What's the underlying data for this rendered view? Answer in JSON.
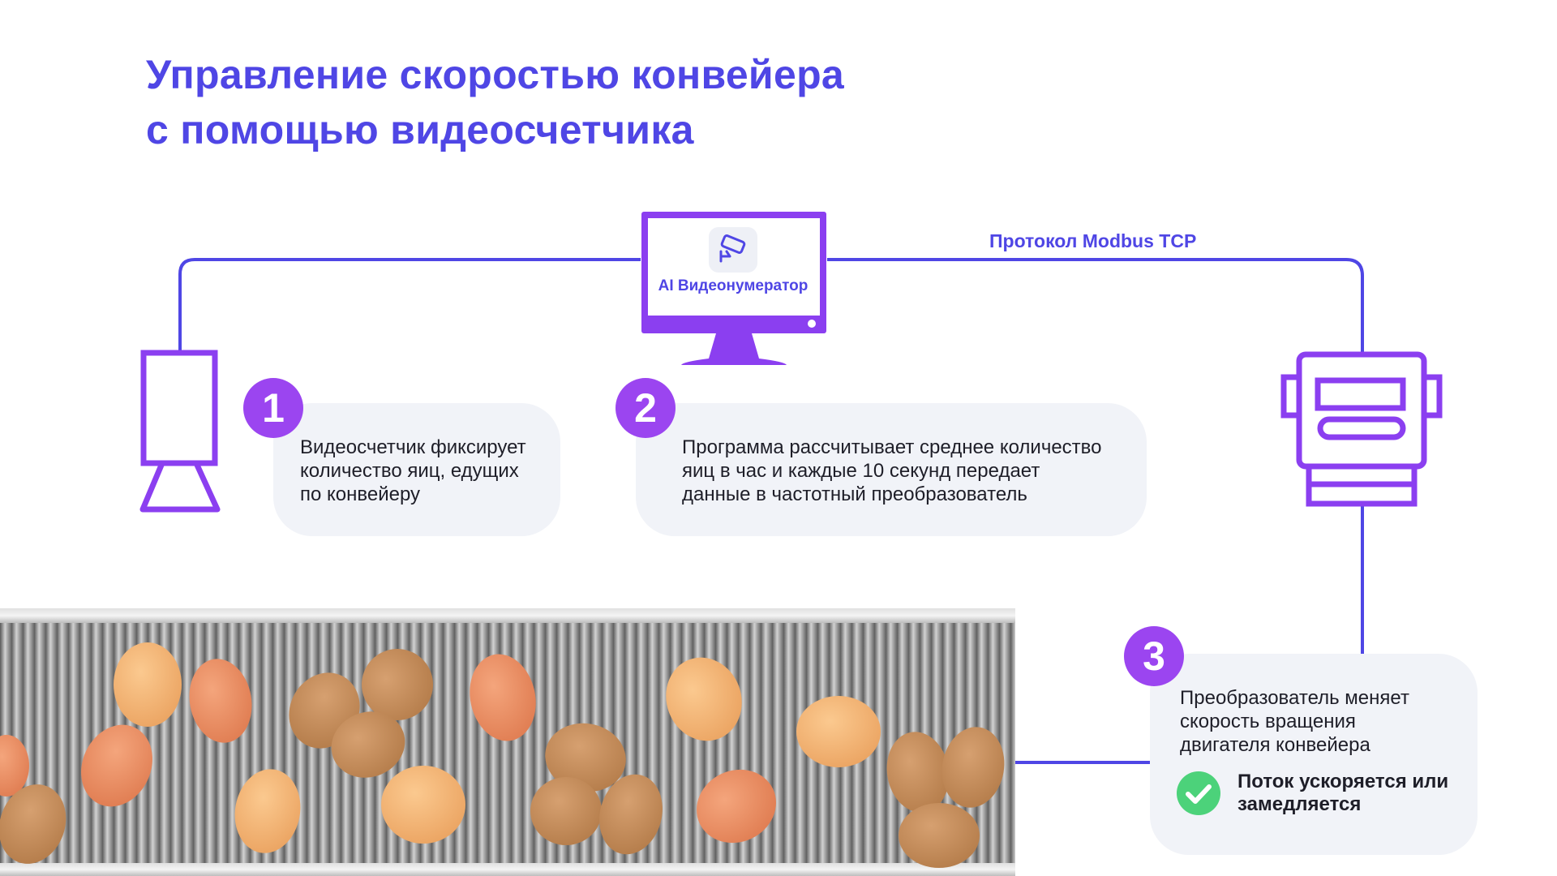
{
  "title": {
    "line1": "Управление скоростью конвейера",
    "line2": "с помощью видеосчетчика"
  },
  "connection_label": "Протокол Modbus TCP",
  "monitor": {
    "label": "AI Видеонумератор",
    "icon": "cctv-camera-icon"
  },
  "steps": [
    {
      "number": "1",
      "text": "Видеосчетчик фиксирует\nколичество яиц, едущих\nпо конвейеру"
    },
    {
      "number": "2",
      "text": "Программа рассчитывает среднее количество\nяиц в час и каждые 10 секунд передает\nданные в частотный преобразователь"
    },
    {
      "number": "3",
      "text": "Преобразователь меняет\nскорость вращения\nдвигателя конвейера"
    }
  ],
  "result": {
    "icon": "check-icon",
    "text": "Поток ускоряется или\nзамедляется"
  },
  "colors": {
    "accent": "#4f46e5",
    "device": "#8b3ff0",
    "badge": "#9b45f0",
    "check": "#4cd27a",
    "card": "#f1f3f8"
  }
}
